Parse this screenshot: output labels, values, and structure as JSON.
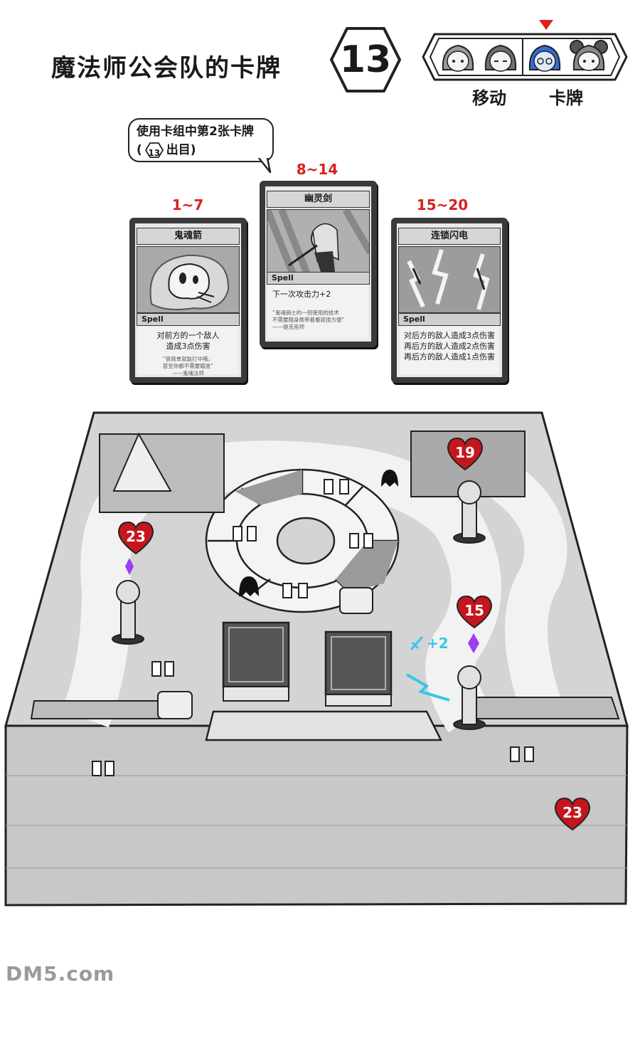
{
  "title": "魔法师公会队的卡牌",
  "turn_number": "13",
  "turn_order": {
    "labels": [
      "移动",
      "卡牌"
    ]
  },
  "hint": {
    "line1": "使用卡组中第2张卡牌",
    "line2_paren_open": "(",
    "line2_die": "13",
    "line2_text": "出目)"
  },
  "cards": [
    {
      "range": "1~7",
      "name": "鬼魂箭",
      "type": "Spell",
      "effect_lines": [
        "对前方的一个敌人",
        "造成3点伤害"
      ],
      "flavor_lines": [
        "“很简单就能打中哦，",
        "甚至你都不需要瞄准”",
        "——鬼魂法师"
      ]
    },
    {
      "range": "8~14",
      "name": "幽灵剑",
      "type": "Spell",
      "effect_lines": [
        "下一次攻击力+2"
      ],
      "flavor_lines": [
        "“鬼魂骑士的一招使用的技术",
        "不需要随身携带着看就很方便”",
        "——提克巫师"
      ]
    },
    {
      "range": "15~20",
      "name": "连锁闪电",
      "type": "Spell",
      "effect_lines": [
        "对后方的敌人造成3点伤害",
        "再后方的敌人造成2点伤害",
        "再后方的敌人造成1点伤害"
      ],
      "flavor_lines": []
    }
  ],
  "board": {
    "hp_markers": [
      "19",
      "23",
      "15",
      "23"
    ],
    "buff_label": "+2"
  },
  "watermark": "DM5.com",
  "colors": {
    "range_red": "#d8211f",
    "heart_red": "#c4161c",
    "highlight_blue": "#2e6fd6",
    "buff_purple": "#9b3df0",
    "cyan_buff": "#34c8e8"
  }
}
